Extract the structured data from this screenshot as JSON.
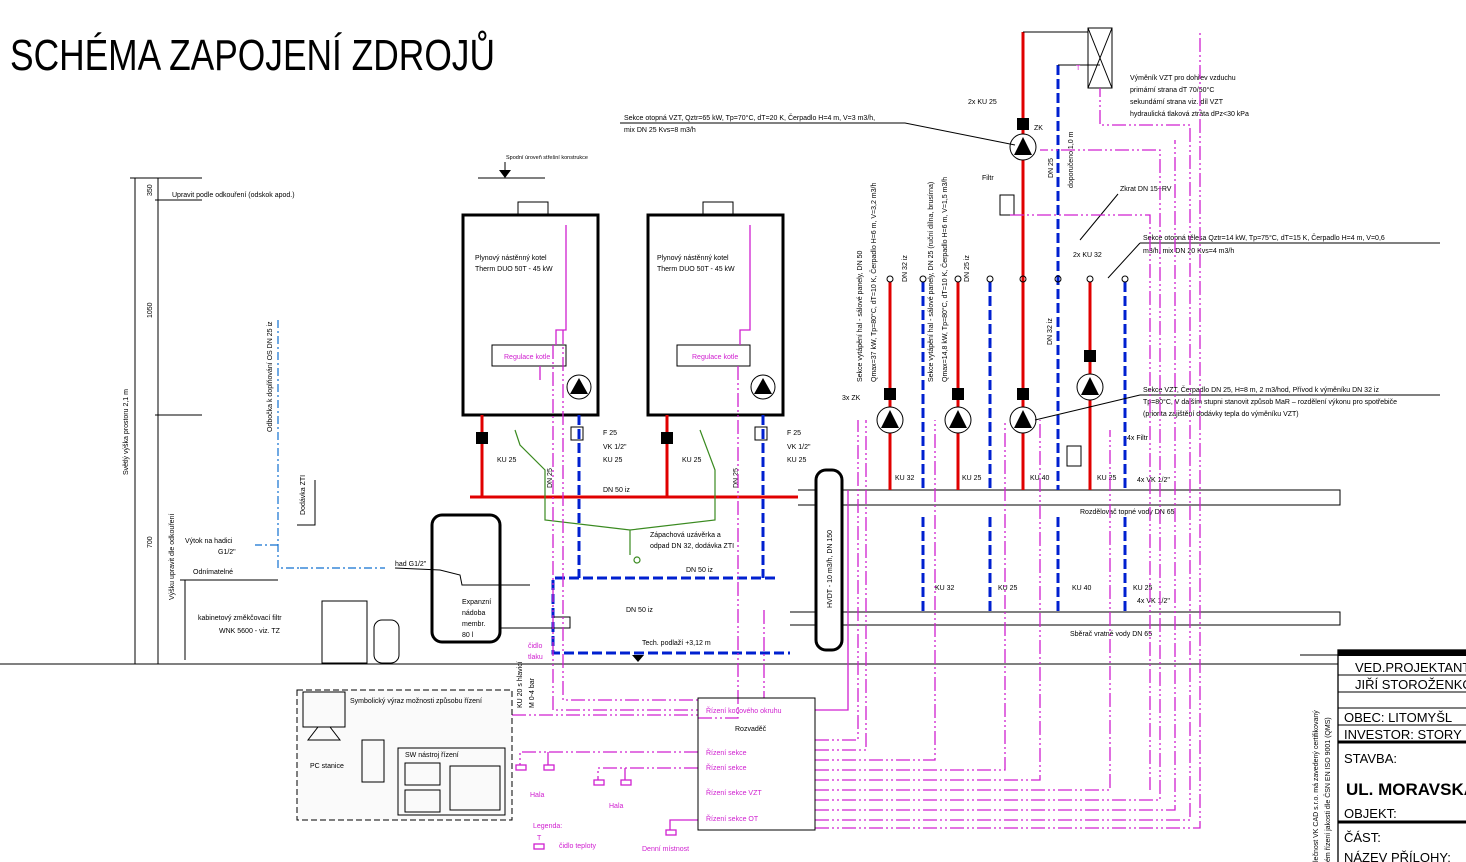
{
  "title": "SCHÉMA ZAPOJENÍ ZDROJŮ",
  "colors": {
    "supply": "#e00000",
    "return": "#0020d0",
    "control": "#d020d0",
    "condensate": "#3a8a20",
    "water": "#1070d0"
  },
  "dimensions": {
    "d350": "350",
    "d1050": "1050",
    "d700": "700",
    "clear_height": "Světlý výška prostoru 2,1 m",
    "adjust_height": "Výšku upravit dle odkouření",
    "adjust_flue": "Upravit podle odkouření (odskok apod.)",
    "roof_level": "Spodní úroveň střešní konstrukce",
    "tech_floor": "Tech. podlaží +3,12 m"
  },
  "boilers": [
    {
      "line1": "Plynový nástěnný kotel",
      "line2": "Therm DUO 50T - 45 kW",
      "regulation": "Regulace kotle",
      "ku_supply": "KU 25",
      "filter": "F 25",
      "vk": "VK 1/2\"",
      "ku_return": "KU 25"
    },
    {
      "line1": "Plynový nástěnný kotel",
      "line2": "Therm DUO 50T - 45 kW",
      "regulation": "Regulace kotle",
      "ku_supply": "KU 25",
      "filter": "F 25",
      "vk": "VK 1/2\"",
      "ku_return": "KU 25"
    }
  ],
  "boiler_circuit": {
    "dn50_supply": "DN 50 iz",
    "dn25_a": "DN 25",
    "dn25_b": "DN 25",
    "dn50_return_a": "DN 50 iz",
    "dn50_return_b": "DN 50 iz",
    "condensate_1": "Zápachová uzávěrka a",
    "condensate_2": "odpad DN 32, dodávka ZTI",
    "hvdt": "HVDT - 10 m3/h, DN 150"
  },
  "water_fill": {
    "branch": "Odbočka k doplňování OS DN 25 iz",
    "zti": "Dodávka ZTI",
    "hose_1": "Výtok na hadici",
    "hose_2": "G1/2\"",
    "removable": "Odnímatelné",
    "hose_g": "had G1/2\"",
    "filter_1": "kabinetový změkčovací filtr",
    "filter_2": "WNK 5600 - viz. TZ",
    "exp_1": "Expanzní",
    "exp_2": "nádoba",
    "exp_3": "membr.",
    "exp_4": "80 l",
    "pressure_1": "čidlo",
    "pressure_2": "tlaku",
    "ku20": "KU 20 s hlavicí",
    "manometer": "M 0-4 bar"
  },
  "sections": {
    "hall1_a": "Sekce vytápění hal - sálové panely, DN 50",
    "hall1_b": "Qmax=37 kW, Tp=80°C, dT=10 K, Čerpadlo H=6 m, V=3,2 m3/h",
    "hall1_dn": "DN 32 iz",
    "hall2_a": "Sekce vytápění hal - sálové panely, DN 25 (ruční dílna, brusírna)",
    "hall2_b": "Qmax=14,8 kW, Tp=80°C, dT=10 K, Čerpadlo H=6 m, V=1,5 m3/h",
    "hall2_dn": "DN 25 iz",
    "vzt_dn32": "DN 32 iz",
    "vzt_dn25": "DN 25",
    "recommended": "doporučeno 1,0 m",
    "zk3": "3x ZK",
    "filters4": "4x Filtr",
    "supply_ku": [
      "KU 32",
      "KU 25",
      "KU 40",
      "KU 25"
    ],
    "return_ku": [
      "KU 32",
      "KU 25",
      "KU 40",
      "KU 25"
    ],
    "vk_supply": "4x VK 1/2\"",
    "vk_return": "4x VK 1/2\"",
    "distributor": "Rozdělovač topné vody DN 65",
    "collector": "Sběrač vratné vody DN 65",
    "ku25x2": "2x KU 25",
    "zk": "ZK",
    "filtr": "Filtr",
    "bypass": "Zkrat DN 15+RV",
    "ku32x2": "2x KU 32",
    "temp_T": "T"
  },
  "notes": {
    "vzt_heat_1": "Sekce otopná VZT, Qztr=65 kW, Tp=70°C, dT=20 K, Čerpadlo H=4 m, V=3 m3/h,",
    "vzt_heat_2": "mix DN 25 Kvs=8 m3/h",
    "exchanger_1": "Výměník VZT pro dohřev vzduchu",
    "exchanger_2": "primární strana dT 70/50°C",
    "exchanger_3": "sekundární strana viz. díl VZT",
    "exchanger_4": "hydraulická tlaková ztráta dPz<30 kPa",
    "radiators_1": "Sekce otopná tělesa Qztr=14 kW, Tp=75°C, dT=15 K, Čerpadlo H=4 m, V=0,6",
    "radiators_2": "m3/h, mix DN 20 Kvs=4 m3/h",
    "vzt_1": "Sekce VZT, Čerpadlo DN 25, H=8 m, 2 m3/hod, Přívod k výměníku DN 32 iz",
    "vzt_2": "Tp=80°C, V dalším stupni stanovit způsob MaR – rozdělení výkonu pro spotřebiče",
    "vzt_3": "(priorita zajištění dodávky tepla do výměníku VZT)"
  },
  "control": {
    "symbolic": "Symbolický výraz možnosti způsobu řízení",
    "pc": "PC stanice",
    "sw": "SW nástroj řízení",
    "panel": "Rozvaděč",
    "items": [
      "Řízení kotlového okruhu",
      "Řízení sekce",
      "Řízení sekce",
      "Řízení sekce VZT",
      "Řízení sekce OT"
    ],
    "hall_a": "Hala",
    "hall_b": "Hala",
    "legend": "Legenda:",
    "legend_T": "T",
    "legend_sensor": "čidlo teploty",
    "day_room": "Denní místnost"
  },
  "title_block": {
    "role": "VED.PROJEKTANT",
    "name": "JIŘÍ STOROŽENKO",
    "obec": "OBEC: LITOMYŠL",
    "investor": "INVESTOR: STORY DESIGN",
    "stavba": "STAVBA:",
    "street": "UL. MORAVSKÁ",
    "objekt": "OBJEKT:",
    "cast": "ČÁST:",
    "nazev": "NÁZEV PŘÍLOHY:",
    "cert_1": "lečnost VK CAD s.r.o. má zavedený certifikovaný",
    "cert_2": "ém řízení jakosti dle ČSN EN ISO 9001 (QMS)"
  }
}
